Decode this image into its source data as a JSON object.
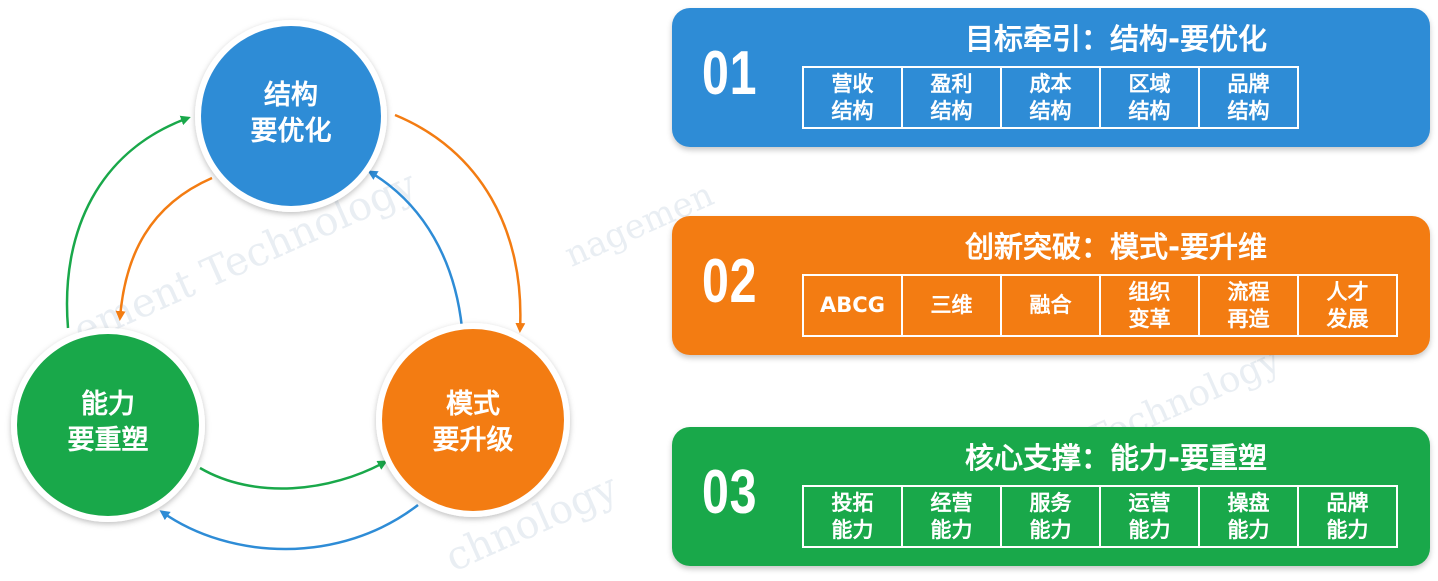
{
  "watermark": {
    "line1": "ement Technology",
    "line2": "nagemen",
    "line3": "Technology",
    "line4": "chnology"
  },
  "colors": {
    "blue": "#2e8cd6",
    "orange": "#f37c12",
    "green": "#19a84a"
  },
  "cycle": {
    "top": {
      "line1": "结构",
      "line2": "要优化",
      "color": "#2e8cd6"
    },
    "right": {
      "line1": "模式",
      "line2": "要升级",
      "color": "#f37c12"
    },
    "left": {
      "line1": "能力",
      "line2": "要重塑",
      "color": "#19a84a"
    }
  },
  "panels": [
    {
      "number": "01",
      "title": "目标牵引：结构-要优化",
      "cells": [
        "营收\n结构",
        "盈利\n结构",
        "成本\n结构",
        "区域\n结构",
        "品牌\n结构"
      ]
    },
    {
      "number": "02",
      "title": "创新突破：模式-要升维",
      "cells": [
        "ABCG",
        "三维",
        "融合",
        "组织\n变革",
        "流程\n再造",
        "人才\n发展"
      ]
    },
    {
      "number": "03",
      "title": "核心支撑：能力-要重塑",
      "cells": [
        "投拓\n能力",
        "经营\n能力",
        "服务\n能力",
        "运营\n能力",
        "操盘\n能力",
        "品牌\n能力"
      ]
    }
  ]
}
